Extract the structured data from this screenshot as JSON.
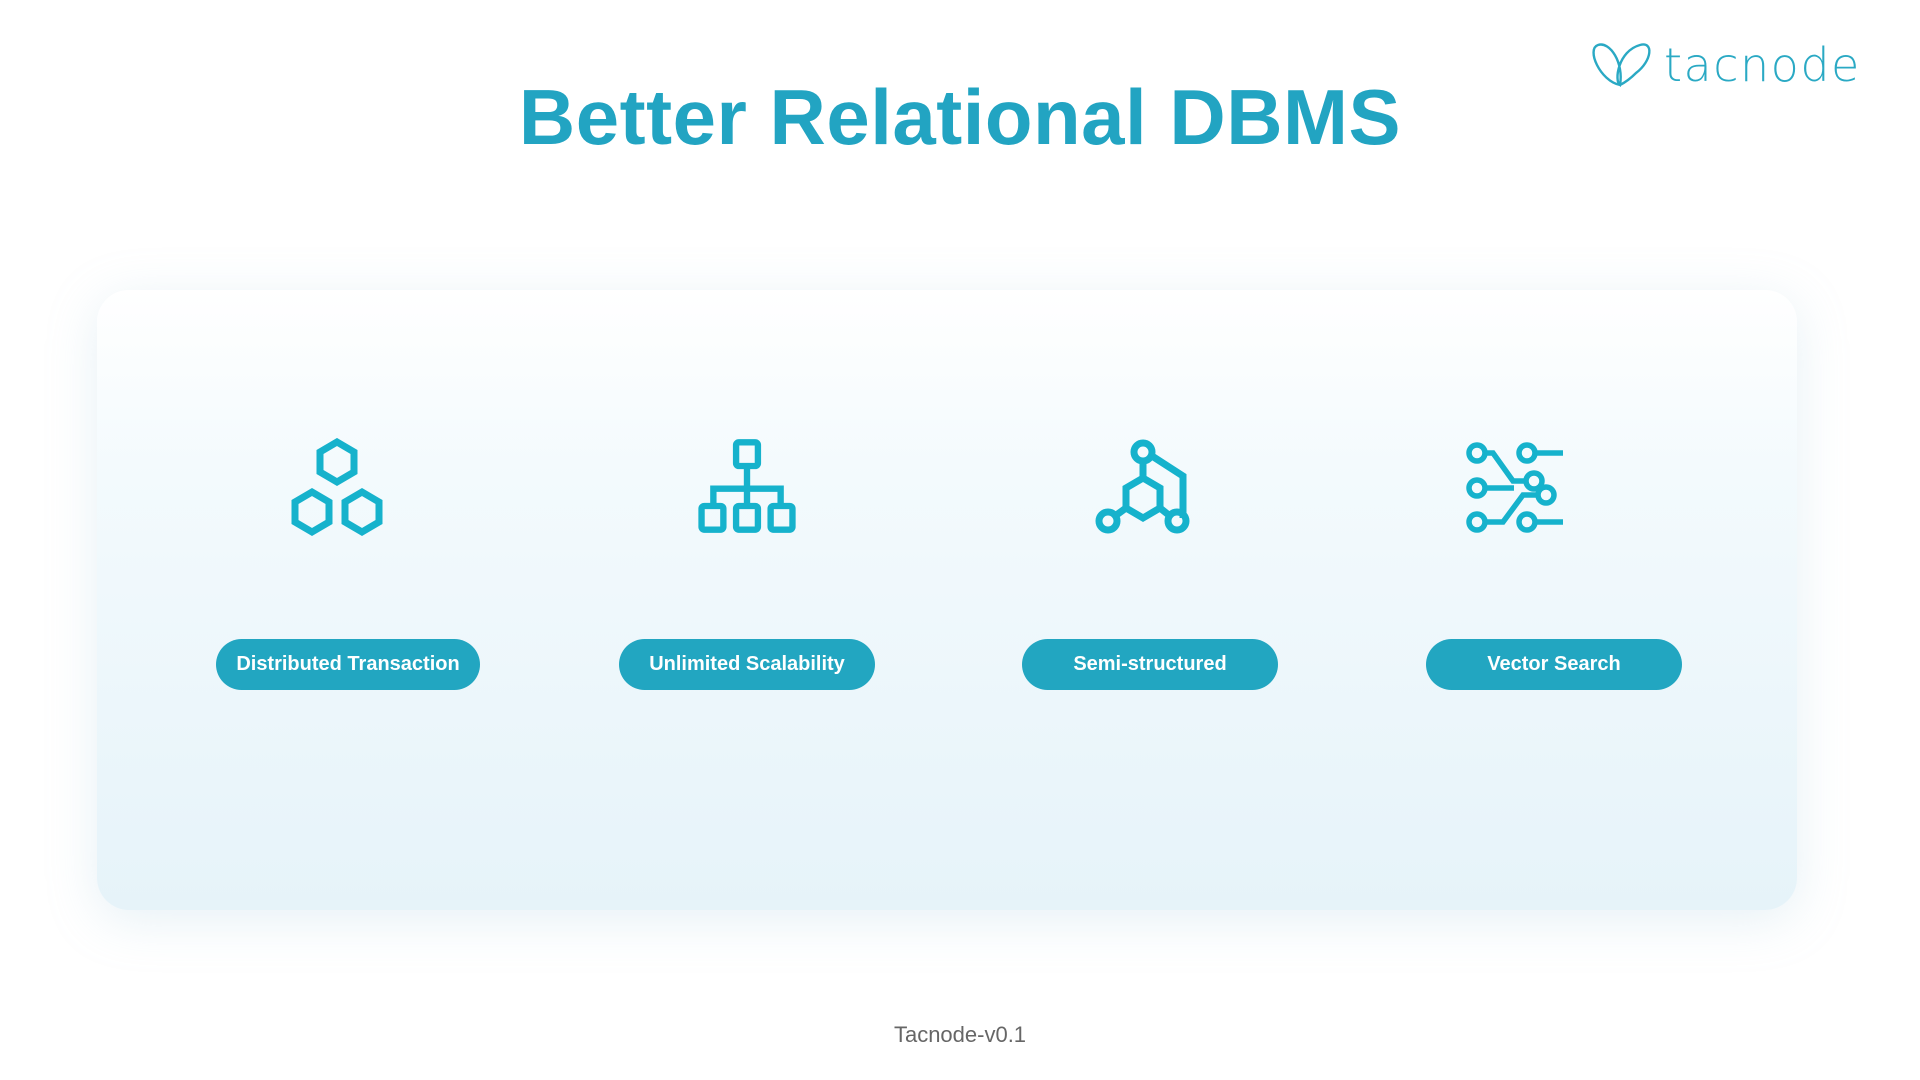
{
  "header": {
    "title": "Better Relational DBMS"
  },
  "logo": {
    "text": "tacnode",
    "icon": "butterfly-logo-icon"
  },
  "features": [
    {
      "label": "Distributed Transaction",
      "icon": "hexagons-icon"
    },
    {
      "label": "Unlimited Scalability",
      "icon": "hierarchy-icon"
    },
    {
      "label": "Semi-structured",
      "icon": "molecule-icon"
    },
    {
      "label": "Vector Search",
      "icon": "circuit-icon"
    }
  ],
  "footer": {
    "version": "Tacnode-v0.1"
  },
  "colors": {
    "accent": "#22a6c1",
    "title": "#22a4c2",
    "icon": "#16b2cc"
  }
}
